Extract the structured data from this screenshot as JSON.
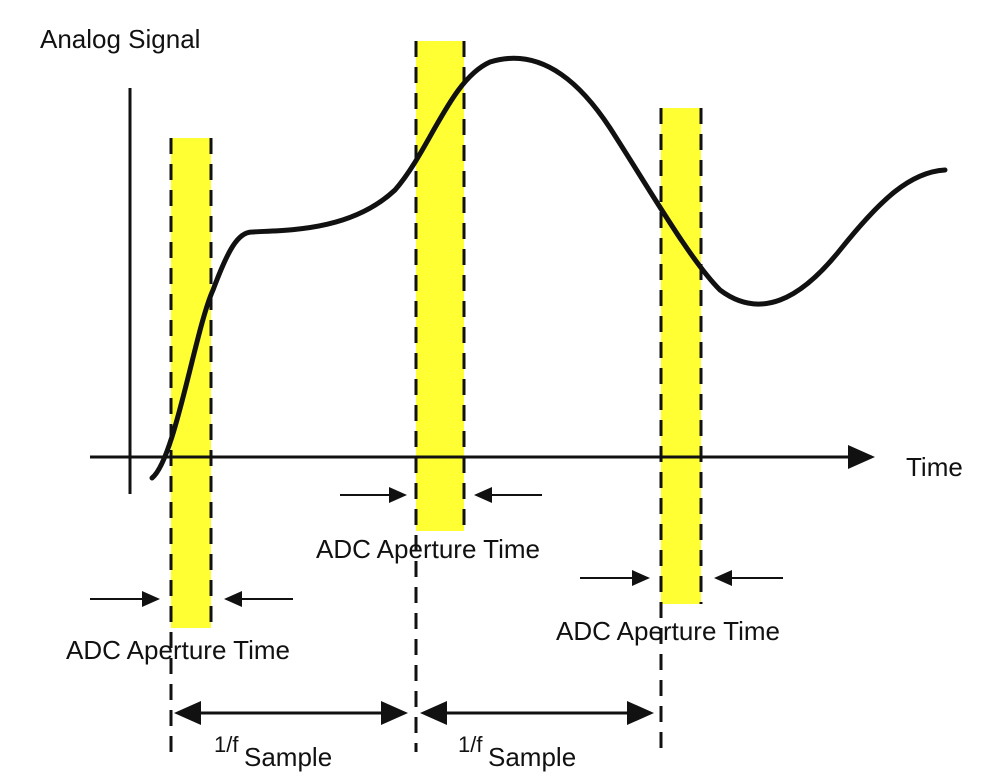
{
  "labels": {
    "y_axis": "Analog Signal",
    "x_axis": "Time",
    "aperture_1": "ADC Aperture Time",
    "aperture_2": "ADC Aperture Time",
    "aperture_3": "ADC Aperture Time",
    "period_1_num": "1/f",
    "period_1_sub": "Sample",
    "period_2_num": "1/f",
    "period_2_sub": "Sample"
  },
  "colors": {
    "aperture_fill": "#ffff33",
    "signal": "#111111"
  }
}
